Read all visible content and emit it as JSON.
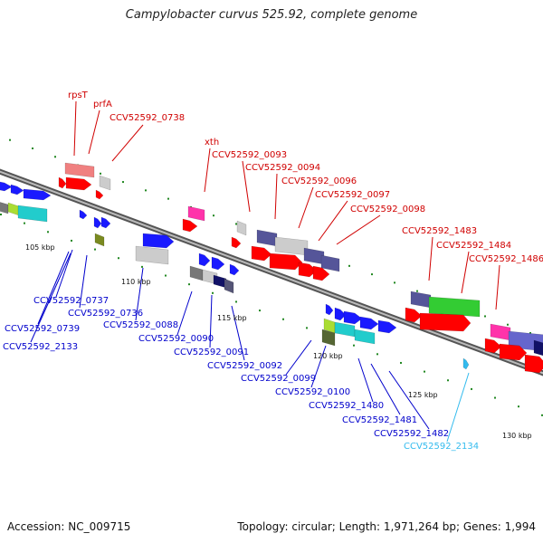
{
  "title": "Campylobacter curvus 525.92, complete genome",
  "footer": {
    "accession": "Accession: NC_009715",
    "summary": "Topology: circular; Length: 1,971,264 bp; Genes: 1,994"
  },
  "ticks": [
    "105 kbp",
    "110 kbp",
    "115 kbp",
    "120 kbp",
    "125 kbp",
    "130 kbp"
  ],
  "labels_top": [
    "rpsT",
    "prfA",
    "CCV52592_0738",
    "xth",
    "CCV52592_0093",
    "CCV52592_0094",
    "CCV52592_0096",
    "CCV52592_0097",
    "CCV52592_0098",
    "CCV52592_1483",
    "CCV52592_1484",
    "CCV52592_1486"
  ],
  "labels_bottom": [
    "CCV52592_0737",
    "CCV52592_0736",
    "CCV52592_0739",
    "CCV52592_2133",
    "CCV52592_0088",
    "CCV52592_0090",
    "CCV52592_0091",
    "CCV52592_0092",
    "CCV52592_0099",
    "CCV52592_0100",
    "CCV52592_1480",
    "CCV52592_1481",
    "CCV52592_1482",
    "CCV52592_2134"
  ],
  "colors": {
    "top_label": "#d00000",
    "bottom_label": "#0000cc",
    "rna_label": "#33bbee",
    "cds": "#ff0000",
    "backbone": "#808080",
    "gc_marker": "#228822"
  }
}
